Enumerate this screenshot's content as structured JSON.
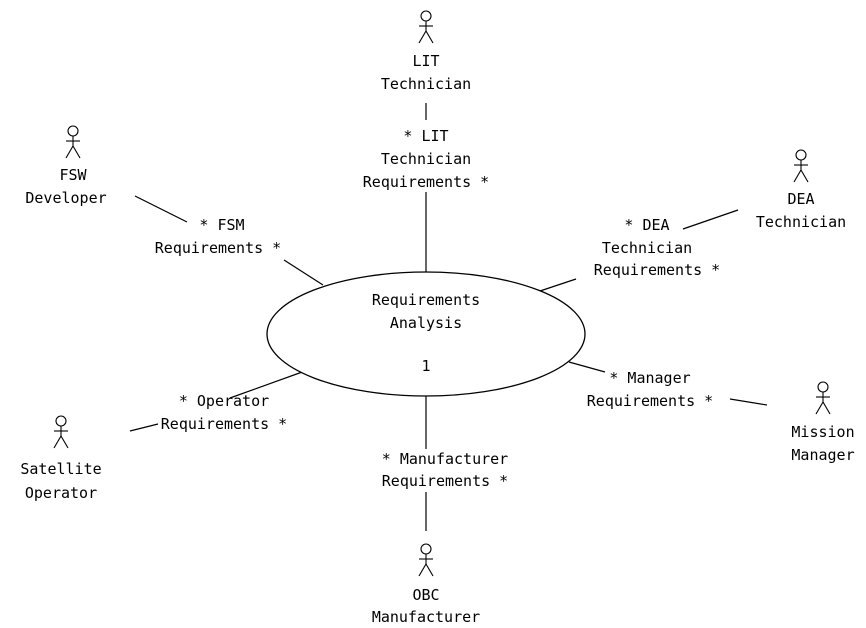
{
  "use_case": {
    "name_line1": "Requirements",
    "name_line2": "Analysis",
    "multiplicity": "1"
  },
  "actors": {
    "lit": {
      "line1": "LIT",
      "line2": "Technician"
    },
    "fsw": {
      "line1": "FSW",
      "line2": "Developer"
    },
    "dea": {
      "line1": "DEA",
      "line2": "Technician"
    },
    "satellite": {
      "line1": "Satellite",
      "line2": "Operator"
    },
    "mission": {
      "line1": "Mission",
      "line2": "Manager"
    },
    "obc": {
      "line1": "OBC",
      "line2": "Manufacturer"
    }
  },
  "associations": {
    "lit": {
      "line1": "* LIT",
      "line2": "Technician",
      "line3": "Requirements *"
    },
    "fsm": {
      "line1": "* FSM",
      "line2": "Requirements *"
    },
    "dea": {
      "line1": "* DEA",
      "line2": "Technician",
      "line3": "Requirements *"
    },
    "operator": {
      "line1": "* Operator",
      "line2": "Requirements *"
    },
    "manager": {
      "line1": "* Manager",
      "line2": "Requirements *"
    },
    "manufacturer": {
      "line1": "* Manufacturer",
      "line2": "Requirements *"
    }
  }
}
